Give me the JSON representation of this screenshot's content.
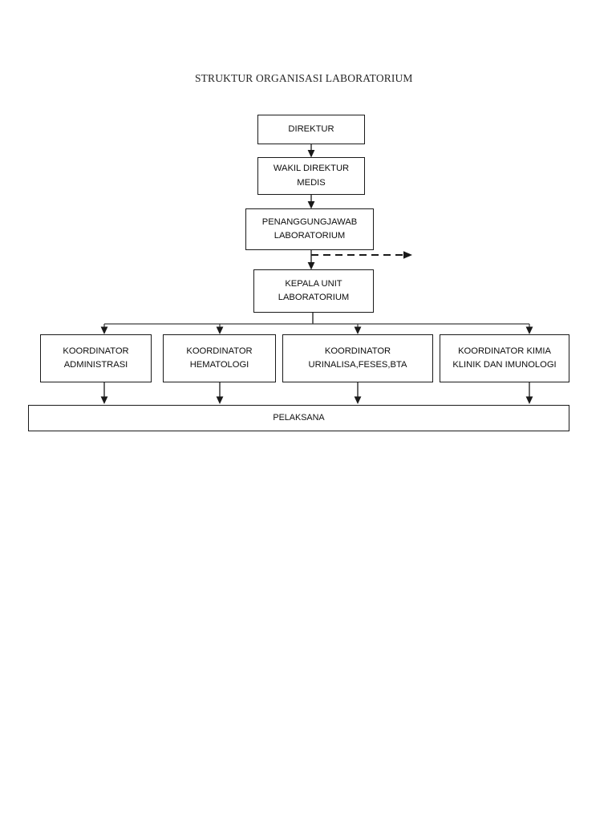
{
  "title": "STRUKTUR ORGANISASI LABORATORIUM",
  "colors": {
    "background": "#ffffff",
    "box_border": "#1a1a1a",
    "text": "#0d0d0d",
    "title_text": "#262626",
    "connector": "#1a1a1a",
    "bus_connector": "#3d3d3d"
  },
  "chart_data": {
    "type": "diagram",
    "subtype": "organizational-chart",
    "title": "STRUKTUR ORGANISASI LABORATORIUM",
    "orientation": "top-down",
    "nodes": [
      {
        "id": "direktur",
        "label": "DIREKTUR",
        "level": 1
      },
      {
        "id": "wakil_direktur",
        "label": "WAKIL DIREKTUR\nMEDIS",
        "level": 2
      },
      {
        "id": "penanggungjawab",
        "label": "PENANGGUNGJAWAB\nLABORATORIUM",
        "level": 3
      },
      {
        "id": "kepala_unit",
        "label": "KEPALA UNIT\nLABORATORIUM",
        "level": 4
      },
      {
        "id": "koor_administrasi",
        "label": "KOORDINATOR\nADMINISTRASI",
        "level": 5
      },
      {
        "id": "koor_hematologi",
        "label": "KOORDINATOR\nHEMATOLOGI",
        "level": 5
      },
      {
        "id": "koor_urinalisa",
        "label": "KOORDINATOR\nURINALISA,FESES,BTA",
        "level": 5
      },
      {
        "id": "koor_kimia",
        "label": "KOORDINATOR KIMIA\nKLINIK DAN IMUNOLOGI",
        "level": 5
      },
      {
        "id": "pelaksana",
        "label": "PELAKSANA",
        "level": 6
      }
    ],
    "edges": [
      {
        "from": "direktur",
        "to": "wakil_direktur",
        "style": "solid",
        "arrow": true
      },
      {
        "from": "wakil_direktur",
        "to": "penanggungjawab",
        "style": "solid",
        "arrow": true
      },
      {
        "from": "penanggungjawab",
        "to": "kepala_unit",
        "style": "solid",
        "arrow": true
      },
      {
        "from": "penanggungjawab",
        "to": "external",
        "style": "dashed",
        "arrow": true,
        "direction": "right"
      },
      {
        "from": "kepala_unit",
        "to": "koor_administrasi",
        "style": "solid",
        "arrow": true
      },
      {
        "from": "kepala_unit",
        "to": "koor_hematologi",
        "style": "solid",
        "arrow": true
      },
      {
        "from": "kepala_unit",
        "to": "koor_urinalisa",
        "style": "solid",
        "arrow": true
      },
      {
        "from": "kepala_unit",
        "to": "koor_kimia",
        "style": "solid",
        "arrow": true
      },
      {
        "from": "koor_administrasi",
        "to": "pelaksana",
        "style": "solid",
        "arrow": true
      },
      {
        "from": "koor_hematologi",
        "to": "pelaksana",
        "style": "solid",
        "arrow": true
      },
      {
        "from": "koor_urinalisa",
        "to": "pelaksana",
        "style": "solid",
        "arrow": true
      },
      {
        "from": "koor_kimia",
        "to": "pelaksana",
        "style": "solid",
        "arrow": true
      }
    ]
  },
  "nodes": {
    "direktur": {
      "label": "DIREKTUR"
    },
    "wakil_direktur": {
      "label": "WAKIL DIREKTUR\nMEDIS"
    },
    "penanggungjawab": {
      "label": "PENANGGUNGJAWAB\nLABORATORIUM"
    },
    "kepala_unit": {
      "label": "KEPALA UNIT\nLABORATORIUM"
    },
    "koor_administrasi": {
      "label": "KOORDINATOR\nADMINISTRASI"
    },
    "koor_hematologi": {
      "label": "KOORDINATOR\nHEMATOLOGI"
    },
    "koor_urinalisa": {
      "label": "KOORDINATOR\nURINALISA,FESES,BTA"
    },
    "koor_kimia": {
      "label": "KOORDINATOR KIMIA\nKLINIK DAN IMUNOLOGI"
    },
    "pelaksana": {
      "label": "PELAKSANA"
    }
  }
}
